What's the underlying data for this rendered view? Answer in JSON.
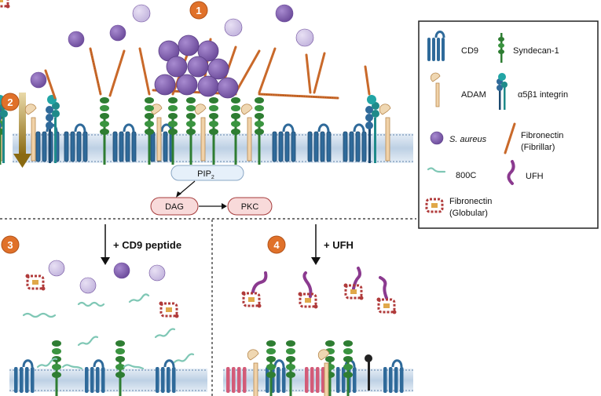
{
  "steps": [
    "1",
    "2",
    "3",
    "4"
  ],
  "pathway": {
    "pip2": "PIP",
    "pip2_sub": "2",
    "dag": "DAG",
    "pkc": "PKC"
  },
  "treatments": {
    "cd9_peptide": "+ CD9 peptide",
    "ufh": "+ UFH"
  },
  "legend": {
    "cd9": "CD9",
    "syndecan": "Syndecan-1",
    "adam": "ADAM",
    "integrin": "α5β1 integrin",
    "saureus": "S. aureus",
    "fibronectin_fibrillar_1": "Fibronectin",
    "fibronectin_fibrillar_2": "(Fibrillar)",
    "c800": "800C",
    "ufh": "UFH",
    "fibronectin_globular_1": "Fibronectin",
    "fibronectin_globular_2": "(Globular)"
  },
  "colors": {
    "membrane": "#c9d7e6",
    "cd9": "#2f6a9a",
    "syndecan": "#2e7d32",
    "adam": "#e0b47a",
    "integrin": "#1f8a8a",
    "saureus": "#8e6bb8",
    "fibronectin": "#d9833c",
    "peptide": "#7fc7b5",
    "ufh": "#8b3a8f",
    "globular": "#b03a3a",
    "step": "#e0712a"
  }
}
